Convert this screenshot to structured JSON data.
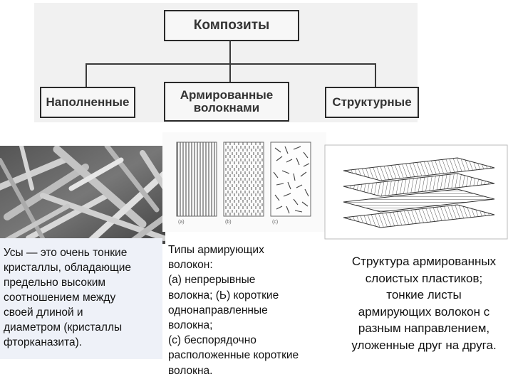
{
  "tree": {
    "root": "Композиты",
    "children": [
      {
        "label": "Наполненные"
      },
      {
        "label": "Армированные",
        "label2": "волокнами"
      },
      {
        "label": "Структурные"
      }
    ]
  },
  "fiber_panels": [
    "(a)",
    "(b)",
    "(c)"
  ],
  "captions": {
    "left": [
      "Усы — это очень тонкие",
      "кристаллы, обладающие",
      "предельно высоким",
      "соотношением между",
      "своей длиной и",
      "диаметром (кристаллы",
      "фторканазита)."
    ],
    "middle": [
      "Типы армирующих",
      "волокон:",
      "(а) непрерывные",
      "волокна; (Ь) короткие",
      "однонаправленные",
      "волокна;",
      "(с) беспорядочно",
      "расположенные короткие",
      "волокна."
    ],
    "right": [
      "Структура армированных",
      "слоистых пластиков;",
      "тонкие листы",
      "армирующих волокон с",
      "разным направлением,",
      "уложенные друг на друга."
    ]
  },
  "colors": {
    "caption_bg_left": "#eef1f8",
    "box_border": "#2a2a2a"
  }
}
